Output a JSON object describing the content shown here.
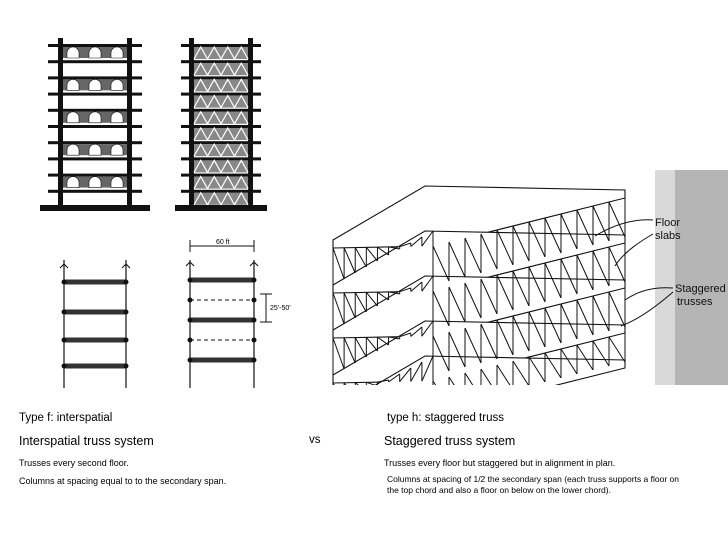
{
  "left": {
    "type_label": "Type f: interspatial",
    "system_title": "Interspatial truss system",
    "line1": "Trusses every second floor.",
    "line2": "Columns at spacing equal to to the secondary span."
  },
  "vs_label": "vs",
  "right": {
    "type_label": "type h: staggered truss",
    "system_title": "Staggered truss system",
    "line1": "Trusses every floor but staggered but in alignment in plan.",
    "line2": "Columns at spacing of 1/2 the secondary span (each truss supports a floor on the top chord and also a floor on below on the lower chord)."
  },
  "figures": {
    "plan_dim_top": "60 ft",
    "plan_dim_side": "25'-50'",
    "callout_floor": "Floor\nslabs",
    "callout_floor_line1": "Floor",
    "callout_floor_line2": "slabs",
    "callout_staggered_line1": "Staggered",
    "callout_staggered_line2": "trusses"
  }
}
